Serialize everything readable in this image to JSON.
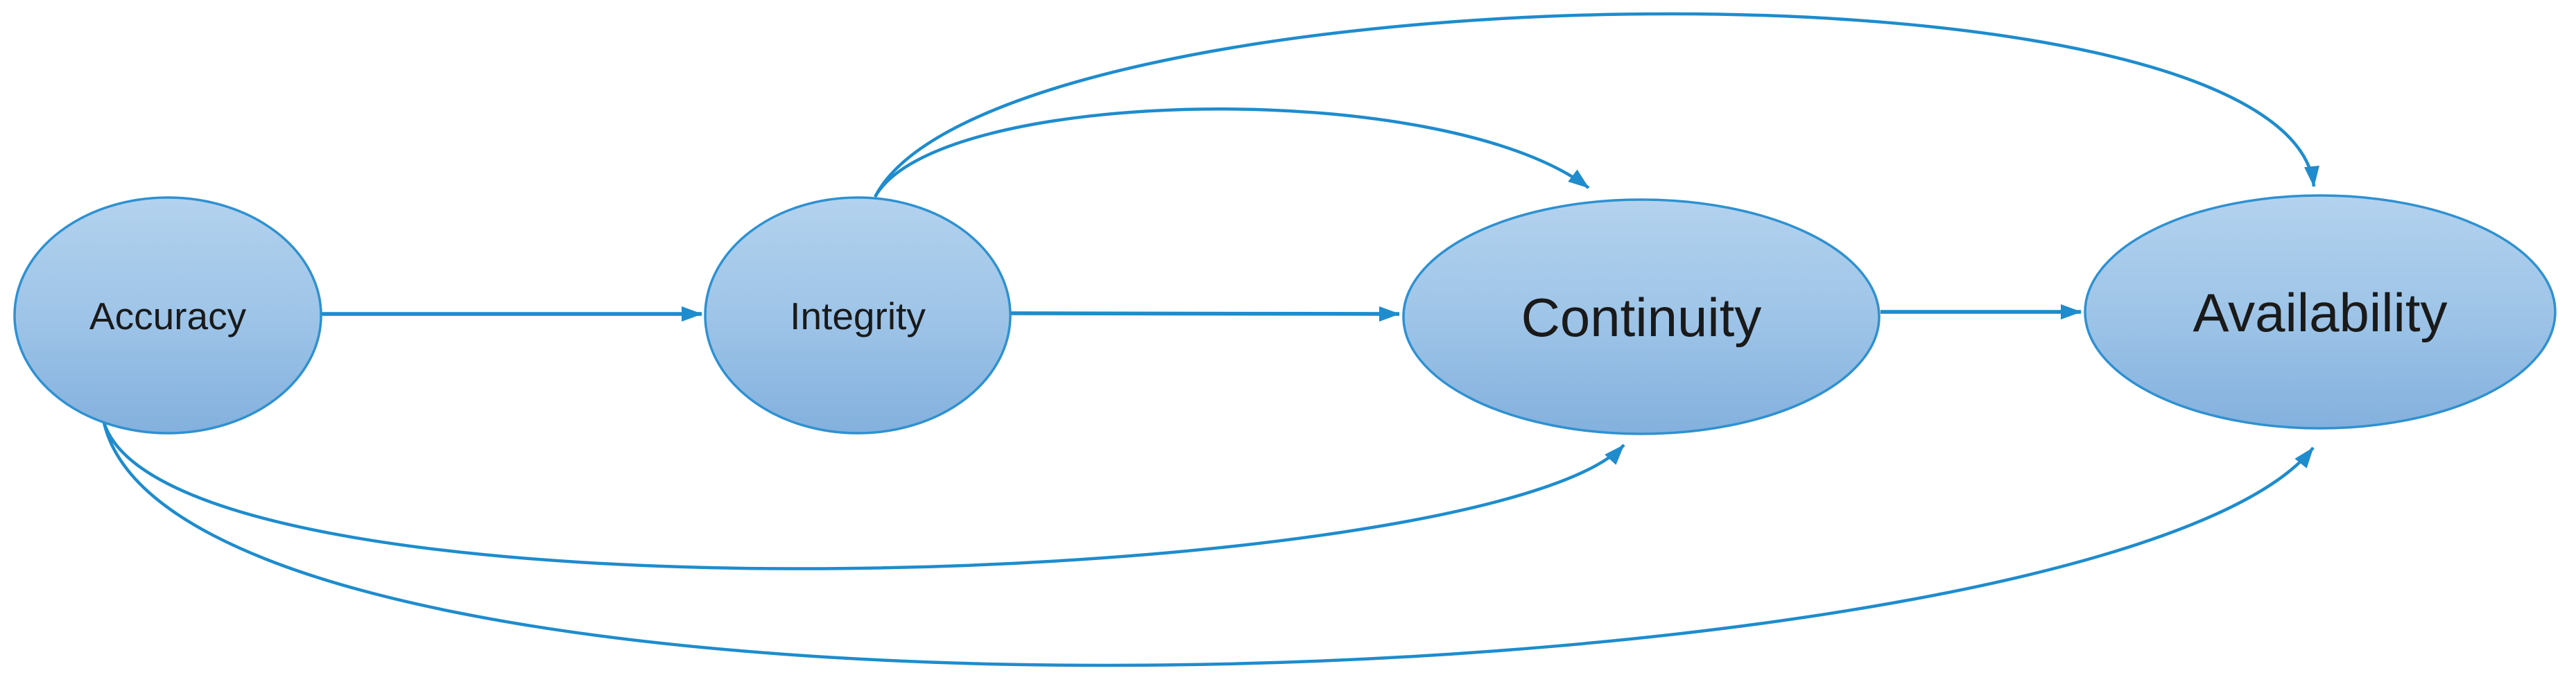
{
  "diagram": {
    "type": "flow-diagram",
    "nodes": [
      {
        "id": "accuracy",
        "label": "Accuracy"
      },
      {
        "id": "integrity",
        "label": "Integrity"
      },
      {
        "id": "continuity",
        "label": "Continuity"
      },
      {
        "id": "availability",
        "label": "Availability"
      }
    ],
    "edges": [
      {
        "from": "accuracy",
        "to": "integrity",
        "style": "straight"
      },
      {
        "from": "integrity",
        "to": "continuity",
        "style": "straight"
      },
      {
        "from": "continuity",
        "to": "availability",
        "style": "straight"
      },
      {
        "from": "integrity",
        "to": "continuity",
        "style": "arc-top"
      },
      {
        "from": "integrity",
        "to": "availability",
        "style": "arc-top"
      },
      {
        "from": "accuracy",
        "to": "continuity",
        "style": "arc-bottom"
      },
      {
        "from": "accuracy",
        "to": "availability",
        "style": "arc-bottom"
      }
    ]
  },
  "colors": {
    "background": "#ffffff",
    "arrow": "#1E8CCD",
    "node_border": "#2E91D1",
    "node_fill_top": "#B3D2EE",
    "node_fill_mid": "#9CC3E7",
    "node_fill_bottom": "#83B0DD",
    "text": "#1A1A1A"
  }
}
